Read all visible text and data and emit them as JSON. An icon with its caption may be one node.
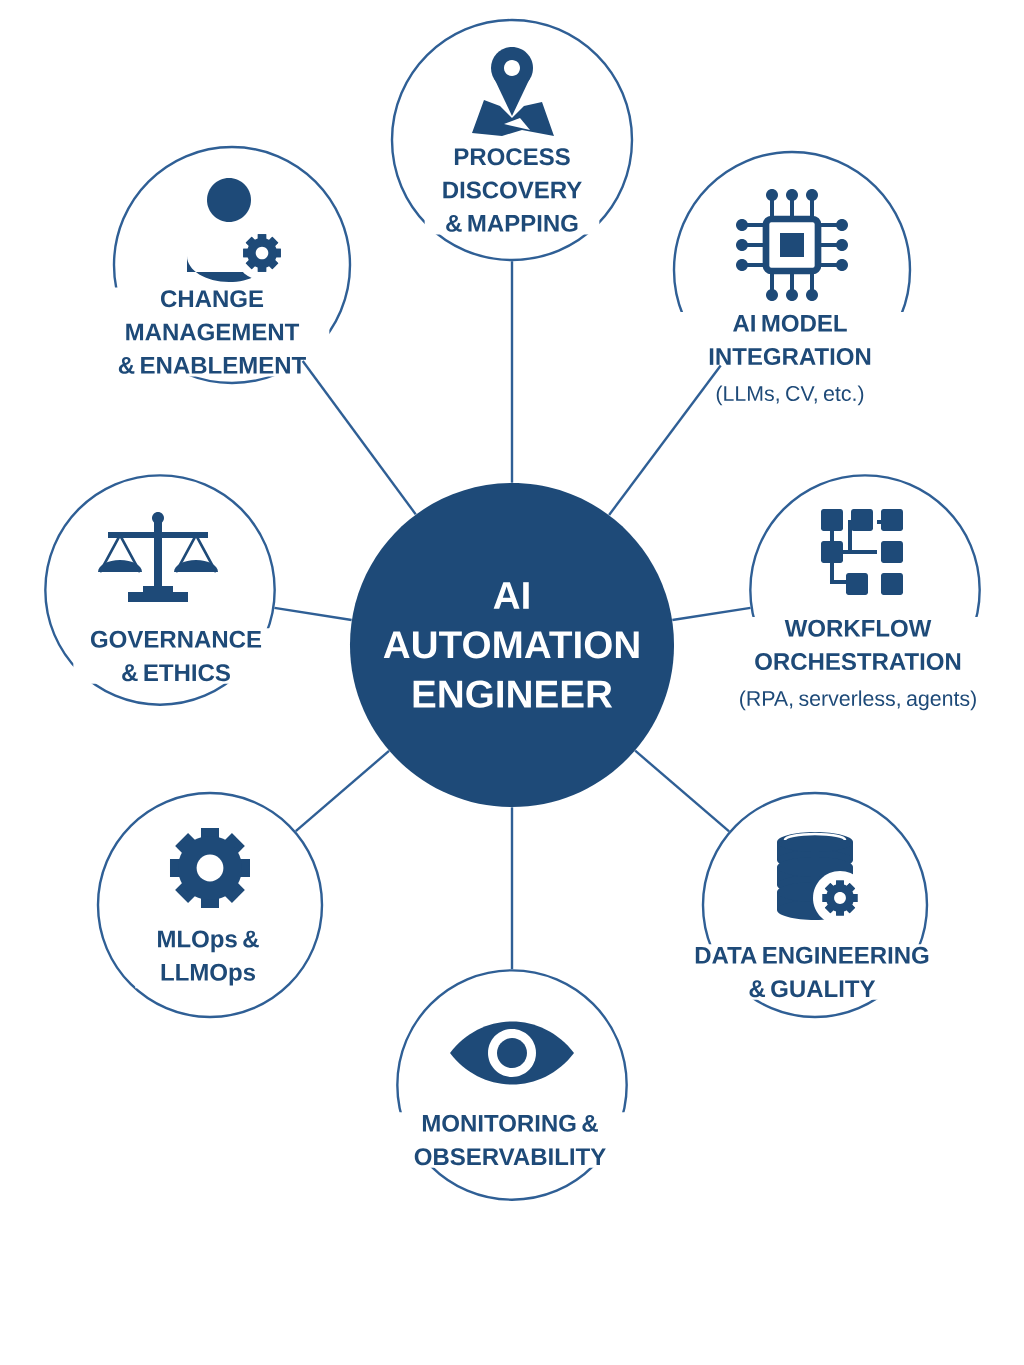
{
  "diagram": {
    "nodes": [
      {
        "text": [
          "AI AUTOMATION ENGINEER"
        ]
      },
      {
        "text": [
          "PROCESS DISCOVERY & MAPPING"
        ]
      },
      {
        "text": [
          "AI MODEL INTEGRATION",
          "(LLMs, CV, etc.)"
        ]
      },
      {
        "text": [
          "WORKFLOW ORCHESTRATION",
          "(RPA, serverless, agents)"
        ]
      },
      {
        "text": [
          "DATA ENGINEERING & GUALITY"
        ]
      },
      {
        "text": [
          "MONITORING & OBSERVABILITY"
        ]
      },
      {
        "text": [
          "MLOps & LLMOps"
        ]
      },
      {
        "text": [
          "GOVERNANCE & ETHICS"
        ]
      },
      {
        "text": [
          "CHANGE MANAGEMENT & ENABLEMENT"
        ]
      }
    ],
    "edges": [
      {
        "from": 0,
        "to": 1,
        "arrow": "none"
      },
      {
        "from": 0,
        "to": 2,
        "arrow": "none"
      },
      {
        "from": 0,
        "to": 3,
        "arrow": "none"
      },
      {
        "from": 0,
        "to": 4,
        "arrow": "none"
      },
      {
        "from": 0,
        "to": 5,
        "arrow": "none"
      },
      {
        "from": 0,
        "to": 6,
        "arrow": "none"
      },
      {
        "from": 0,
        "to": 7,
        "arrow": "none"
      },
      {
        "from": 0,
        "to": 8,
        "arrow": "none"
      }
    ]
  }
}
